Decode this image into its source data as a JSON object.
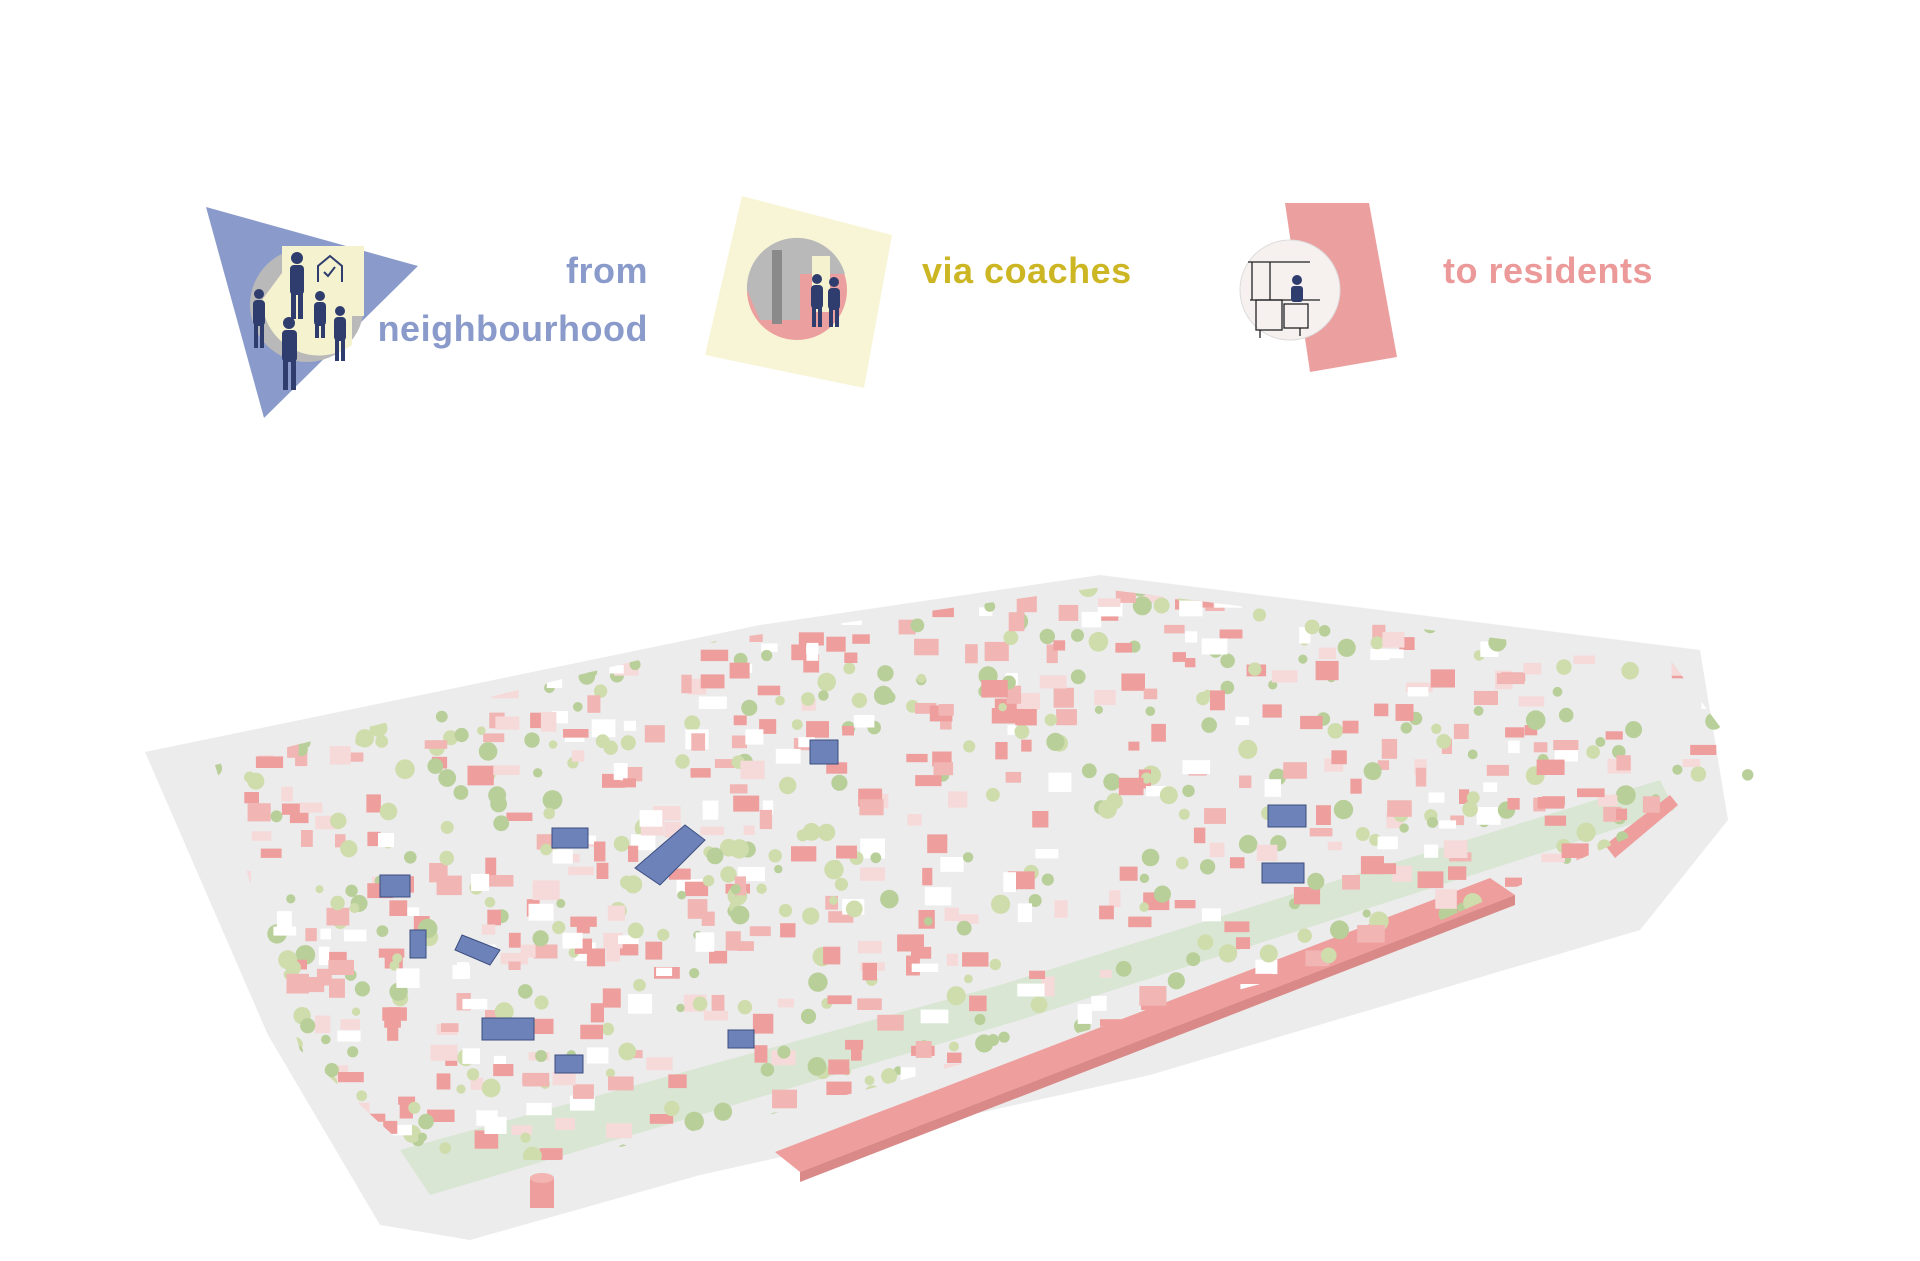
{
  "legend": {
    "from": {
      "line1": "from",
      "line2": "neighbourhood",
      "color": "#8a9bcb"
    },
    "via": {
      "label": "via coaches",
      "color": "#cdb624"
    },
    "to": {
      "label": "to residents",
      "color": "#eb9999"
    }
  },
  "colors": {
    "blue_shape": "#8a9bcb",
    "yellow_shape": "#f7f5d6",
    "pink_shape": "#eb9f9f",
    "silhouette": "#2f3d6e",
    "building_red": "#ee9e9c",
    "building_pale": "#f6dada",
    "building_blue": "#6d82b8",
    "tree_green": "#b9cf9a",
    "ground": "#ececec",
    "ground_green": "#d9e6d3"
  },
  "icons": [
    "neighbourhood-meeting-icon",
    "coaches-doorway-icon",
    "resident-kitchen-icon"
  ]
}
